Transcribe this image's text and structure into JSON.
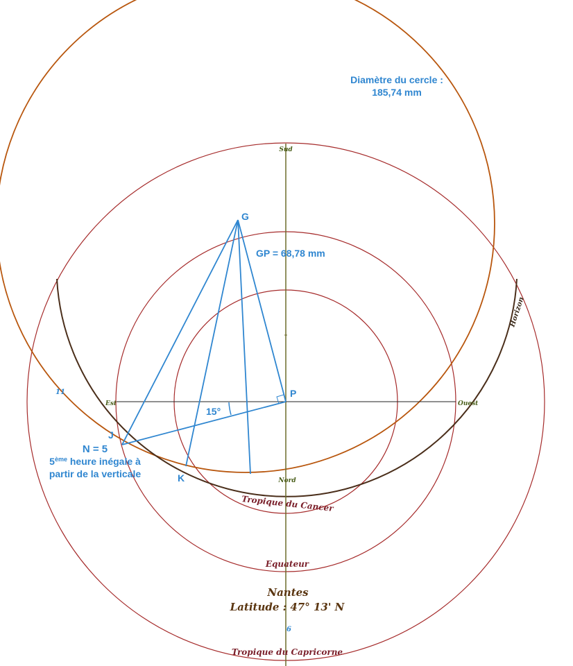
{
  "colors": {
    "blue": "#2f86d0",
    "orange": "#b8560d",
    "circle_red": "#a52a2a",
    "horizon": "#4a2e1a",
    "meridian": "#6b6b2a"
  },
  "annotations": {
    "diameter_label": "Diamètre du cercle :",
    "diameter_value": "185,74 mm",
    "gp": "GP = 68,78 mm",
    "angle": "15°",
    "n_value": "N = 5",
    "hour_prefix": "5",
    "hour_sup": "ème",
    "hour_rest": " heure inégale à",
    "hour_line2": "partir de la verticale"
  },
  "points": {
    "g": "G",
    "p": "P",
    "j": "J",
    "k": "K"
  },
  "hours": {
    "h11": "11",
    "h6": "6"
  },
  "cardinals": {
    "sud": "Sud",
    "nord": "Nord",
    "est": "Est",
    "ouest": "Ouest",
    "horizon": "Horizon"
  },
  "circles": {
    "cancer": "Tropique du Cancer",
    "equateur": "Equateur",
    "capricorne": "Tropique du Capricorne"
  },
  "location": {
    "city": "Nantes",
    "latitude": "Latitude : 47° 13' N"
  }
}
